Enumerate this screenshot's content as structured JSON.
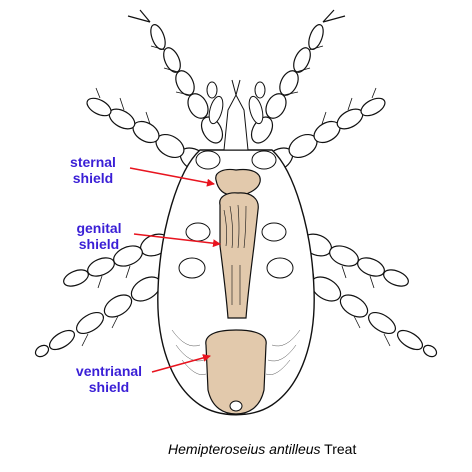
{
  "colors": {
    "label": "#3a1fd6",
    "arrow": "#e8141f",
    "shield_fill": "#e2c9ac",
    "line": "#111111"
  },
  "labels": {
    "sternal": {
      "line1": "sternal",
      "line2": "shield"
    },
    "genital": {
      "line1": "genital",
      "line2": "shield"
    },
    "ventrianal": {
      "line1": "ventrianal",
      "line2": "shield"
    }
  },
  "caption": {
    "species": "Hemipteroseius antilleus",
    "author": "Treat"
  }
}
